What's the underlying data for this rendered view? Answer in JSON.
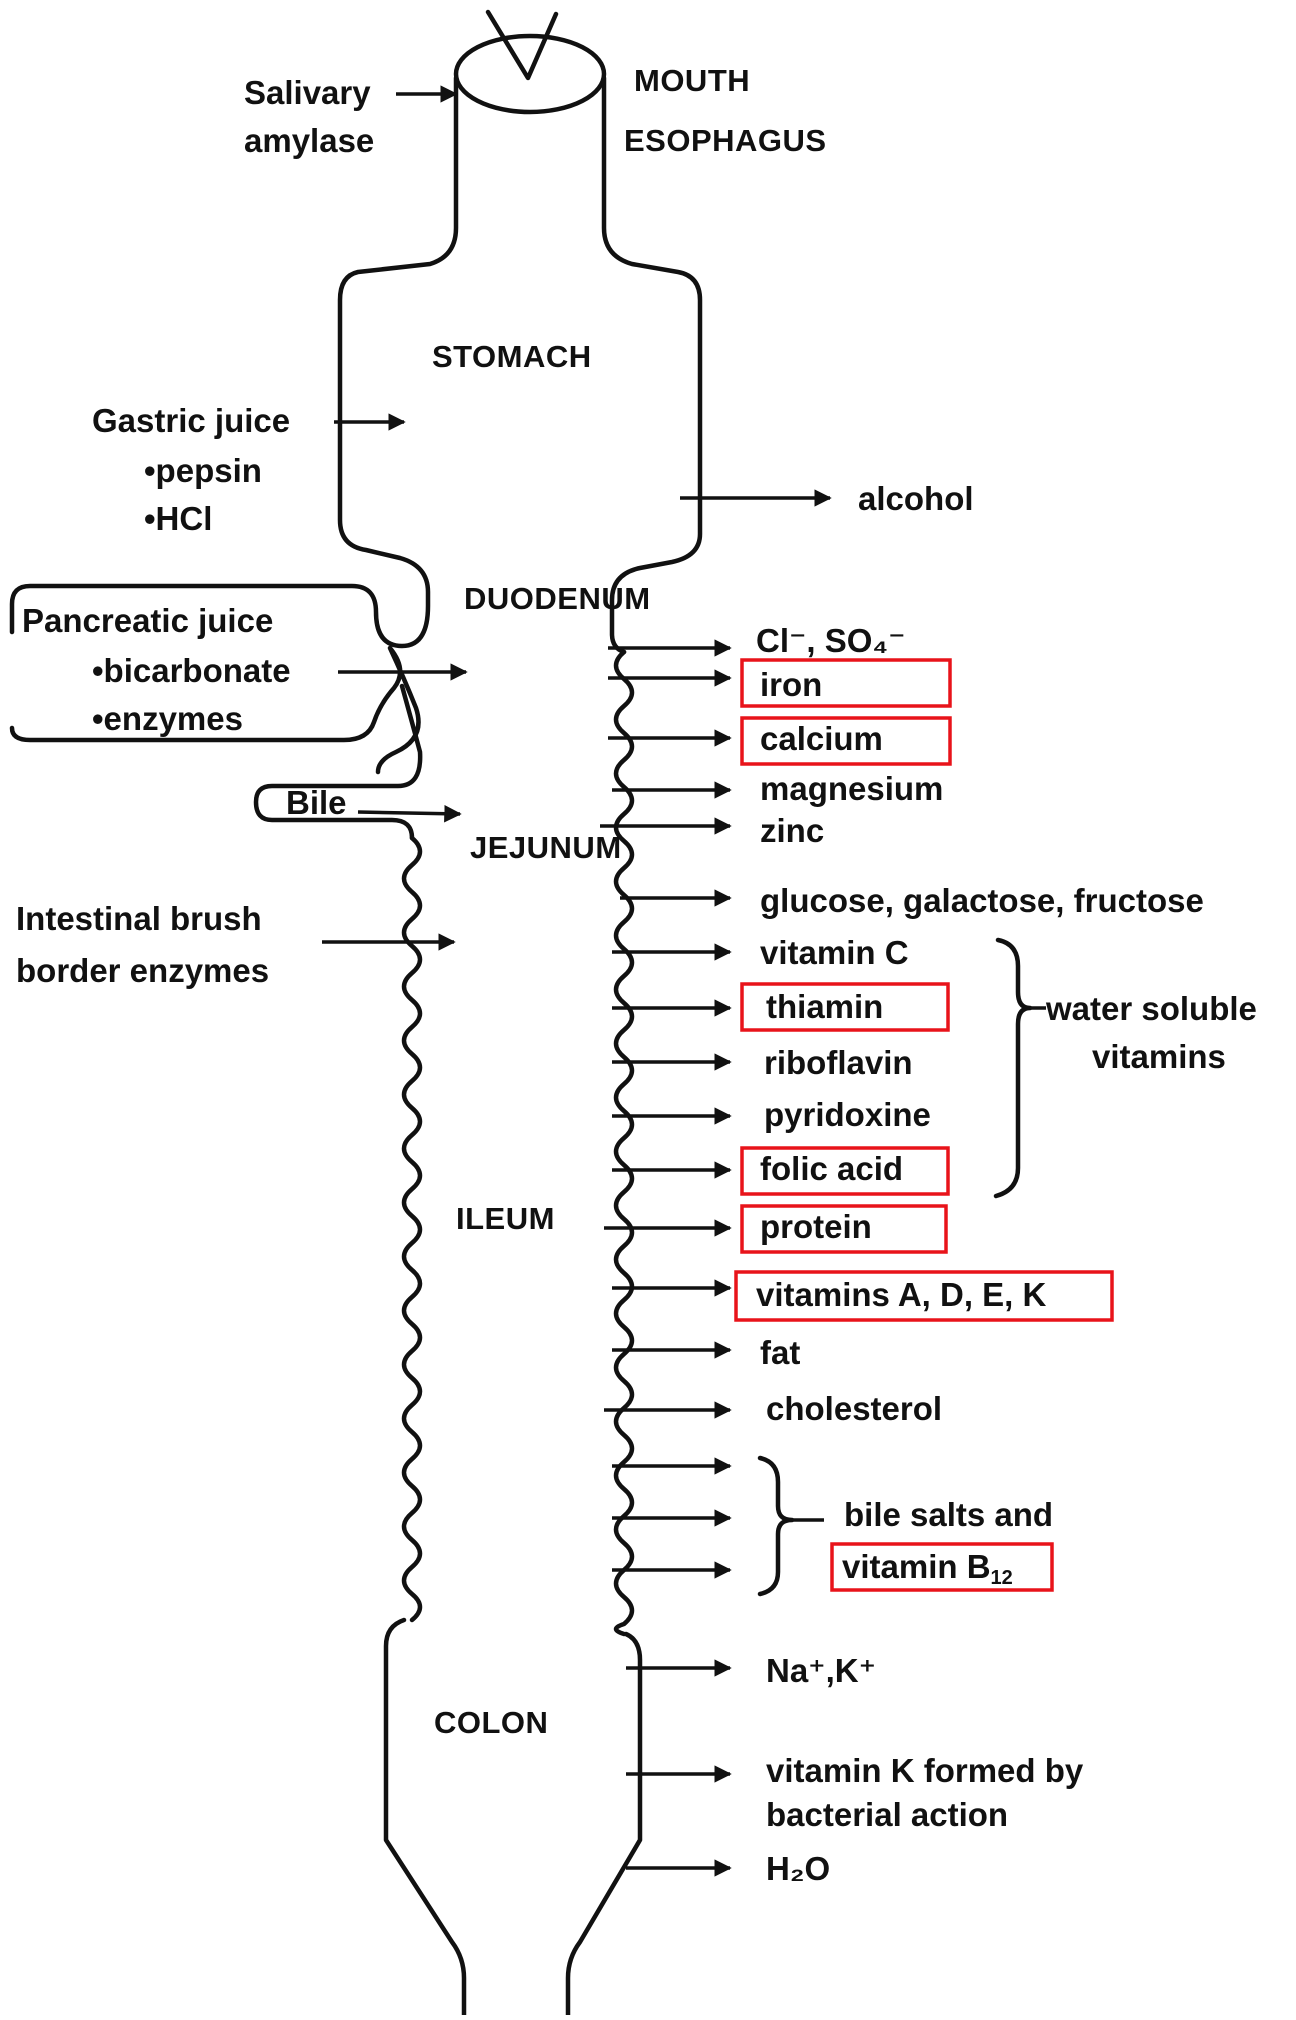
{
  "organs": {
    "mouth": "MOUTH",
    "esophagus": "ESOPHAGUS",
    "stomach": "STOMACH",
    "duodenum": "DUODENUM",
    "jejunum": "JEJUNUM",
    "ileum": "ILEUM",
    "colon": "COLON"
  },
  "secretions": {
    "salivary_1": "Salivary",
    "salivary_2": "amylase",
    "gastric_1": "Gastric juice",
    "gastric_2": "•pepsin",
    "gastric_3": "•HCl",
    "pancreatic_1": "Pancreatic  juice",
    "pancreatic_2": "•bicarbonate",
    "pancreatic_3": "•enzymes",
    "bile": "Bile",
    "brush_1": "Intestinal brush",
    "brush_2": "border enzymes"
  },
  "absorbed": {
    "alcohol": "alcohol",
    "cl_so4": "Cl⁻, SO₄⁻",
    "iron": "iron",
    "calcium": "calcium",
    "magnesium": "magnesium",
    "zinc": "zinc",
    "sugars": "glucose, galactose, fructose",
    "vitamin_c": "vitamin C",
    "thiamin": "thiamin",
    "riboflavin": "riboflavin",
    "pyridoxine": "pyridoxine",
    "folic_acid": "folic acid",
    "protein": "protein",
    "vitamins_adek": "vitamins A, D, E, K",
    "fat": "fat",
    "cholesterol": "cholesterol",
    "bile_salts": "bile salts and",
    "vitamin_b12": "vitamin B",
    "vitamin_b12_sub": "12",
    "na_k": "Na⁺,K⁺",
    "vitamin_k_1": "vitamin K formed by",
    "vitamin_k_2": "bacterial action",
    "water": "H₂O"
  },
  "groups": {
    "water_soluble_1": "water soluble",
    "water_soluble_2": "vitamins"
  },
  "colors": {
    "outline": "#111111",
    "highlight_box": "#e8131a"
  }
}
